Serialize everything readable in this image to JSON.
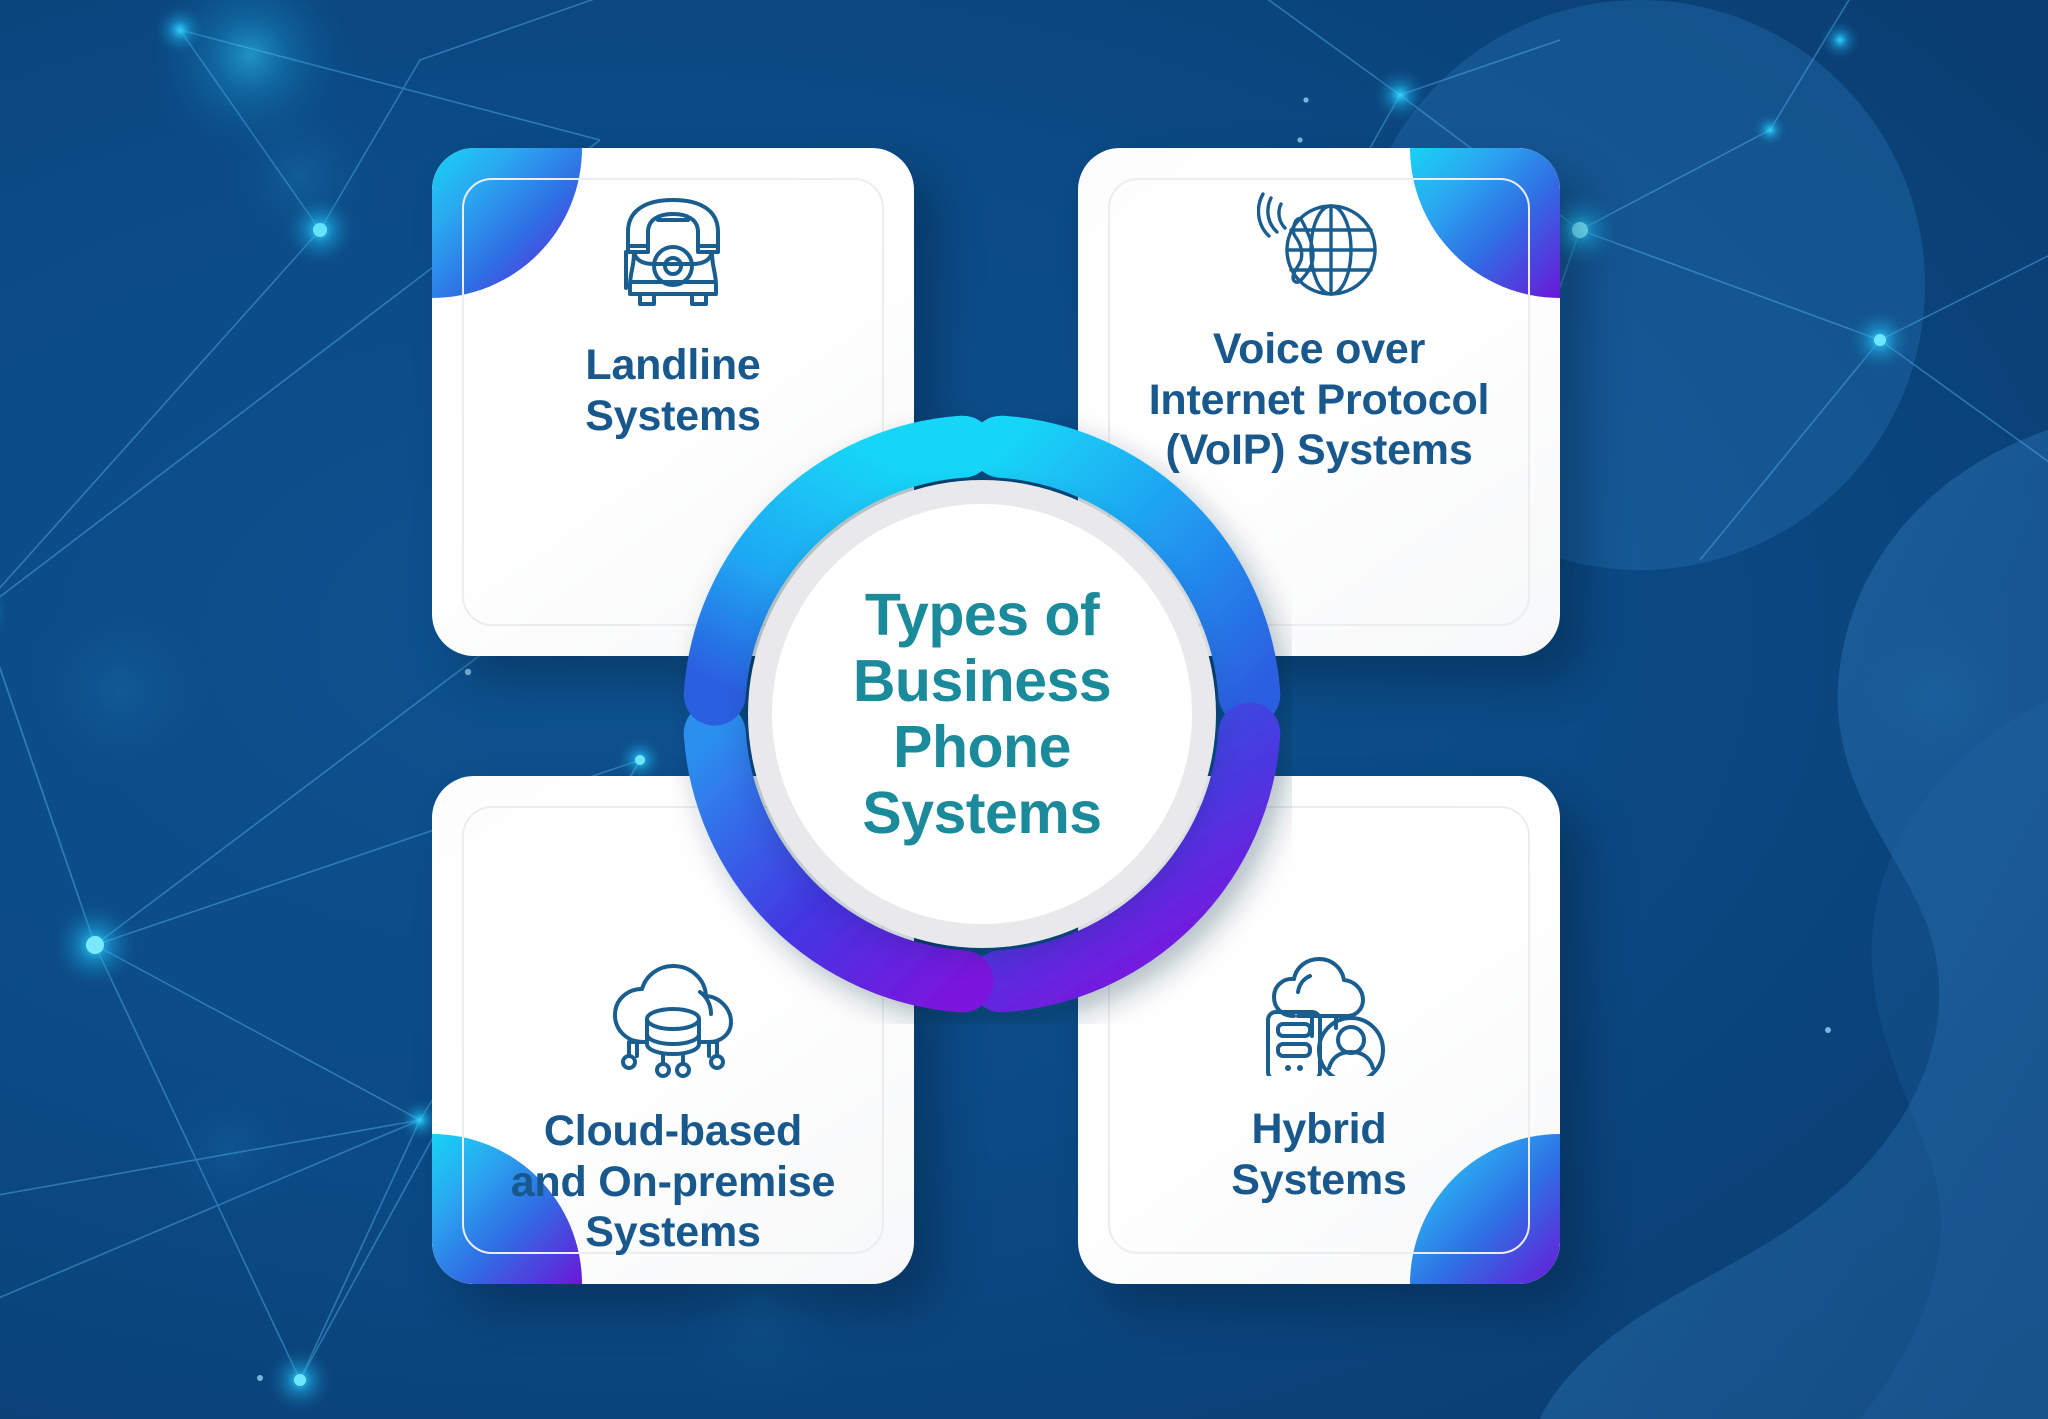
{
  "infographic": {
    "center": {
      "title": "Types of\nBusiness\nPhone\nSystems",
      "title_color": "#1b8b9b"
    },
    "colors": {
      "background_deep_blue": "#0a3f74",
      "card_background": "#ffffff",
      "card_label_blue": "#19588c",
      "accent_cyan": "#16d3f5",
      "accent_blue": "#2f6fe4",
      "accent_purple": "#6a18d8",
      "ring_track_gray": "#e9e9eb"
    },
    "cards": [
      {
        "id": "landline",
        "label": "Landline\nSystems",
        "icon": "rotary-telephone-icon",
        "corner": "top-left",
        "position": "top-left"
      },
      {
        "id": "voip",
        "label": "Voice over\nInternet Protocol\n(VoIP) Systems",
        "icon": "globe-phone-icon",
        "corner": "top-right",
        "position": "top-right"
      },
      {
        "id": "cloud",
        "label": "Cloud-based\nand On-premise\nSystems",
        "icon": "cloud-database-icon",
        "corner": "bottom-left",
        "position": "bottom-left"
      },
      {
        "id": "hybrid",
        "label": "Hybrid\nSystems",
        "icon": "cloud-server-user-icon",
        "corner": "bottom-right",
        "position": "bottom-right"
      }
    ],
    "ring": {
      "segment_count": 4,
      "segments": [
        {
          "name": "segment-top-right",
          "gradient_from": "#18d6f7",
          "gradient_to": "#2b6ee2"
        },
        {
          "name": "segment-bottom-right",
          "gradient_from": "#2b6ee2",
          "gradient_to": "#7a17de"
        },
        {
          "name": "segment-bottom-left",
          "gradient_from": "#7a17de",
          "gradient_to": "#2b6ee2"
        },
        {
          "name": "segment-top-left",
          "gradient_from": "#2b6ee2",
          "gradient_to": "#18d6f7"
        }
      ]
    },
    "background": {
      "style": "network-constellation",
      "shapes": [
        "large-translucent-circle",
        "organic-blob-right",
        "glow-nodes",
        "connection-lines"
      ]
    }
  }
}
